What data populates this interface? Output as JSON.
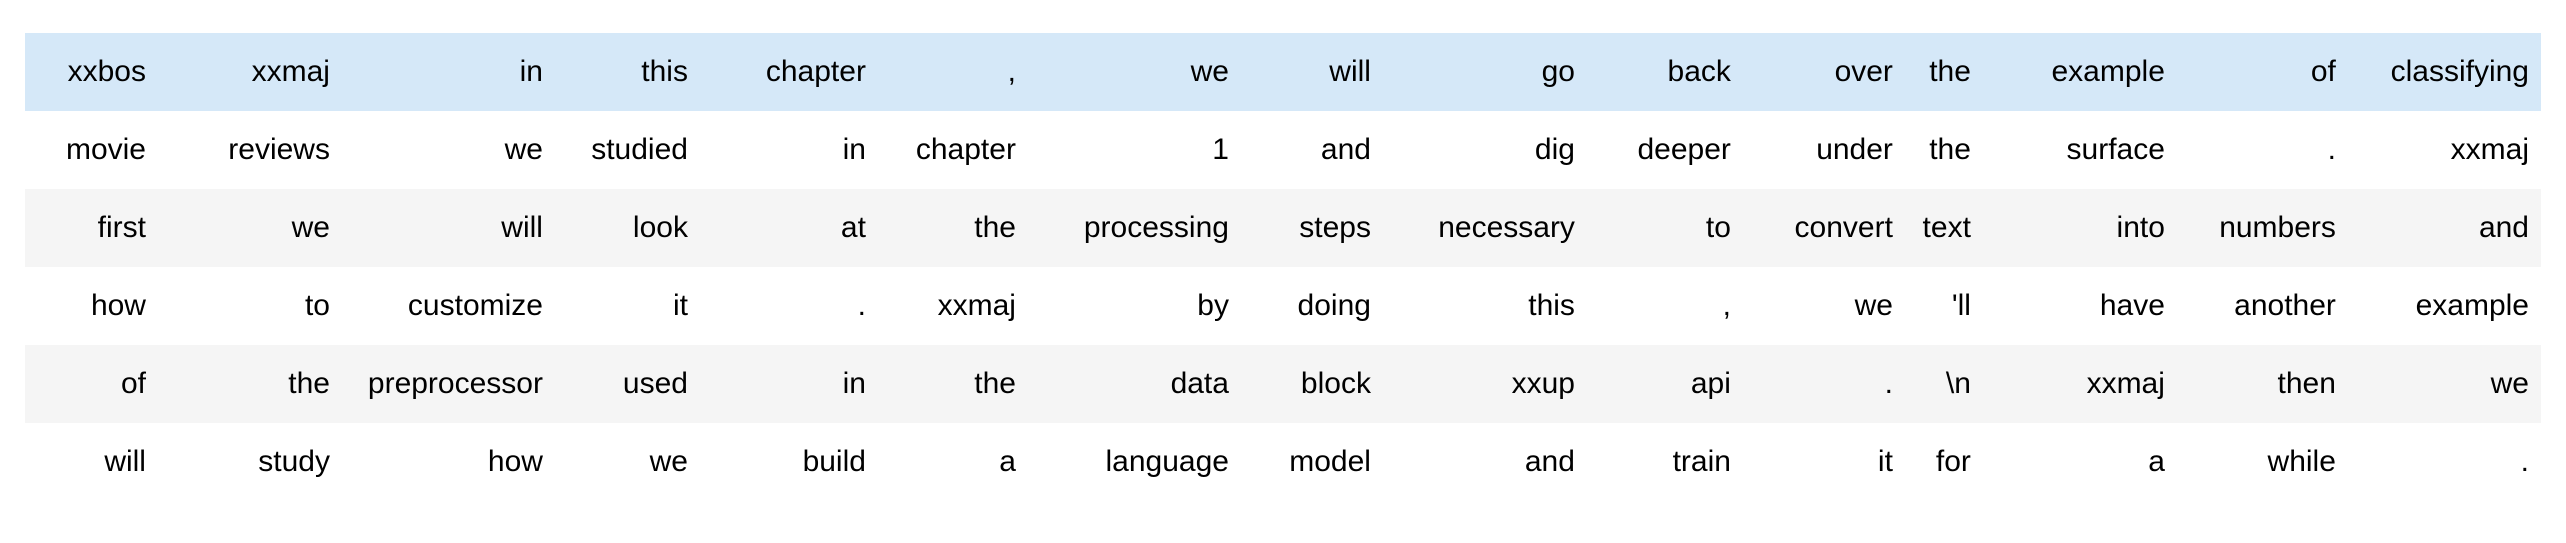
{
  "table": {
    "description": "tokenized-text-batch",
    "highlight_color": "#d5e8f8",
    "stripe_color": "#f5f5f5",
    "text_color": "#000000",
    "highlighted_row_index": 0,
    "rows": [
      [
        "xxbos",
        "xxmaj",
        "in",
        "this",
        "chapter",
        ",",
        "we",
        "will",
        "go",
        "back",
        "over",
        "the",
        "example",
        "of",
        "classifying"
      ],
      [
        "movie",
        "reviews",
        "we",
        "studied",
        "in",
        "chapter",
        "1",
        "and",
        "dig",
        "deeper",
        "under",
        "the",
        "surface",
        ".",
        "xxmaj"
      ],
      [
        "first",
        "we",
        "will",
        "look",
        "at",
        "the",
        "processing",
        "steps",
        "necessary",
        "to",
        "convert",
        "text",
        "into",
        "numbers",
        "and"
      ],
      [
        "how",
        "to",
        "customize",
        "it",
        ".",
        "xxmaj",
        "by",
        "doing",
        "this",
        ",",
        "we",
        "'ll",
        "have",
        "another",
        "example"
      ],
      [
        "of",
        "the",
        "preprocessor",
        "used",
        "in",
        "the",
        "data",
        "block",
        "xxup",
        "api",
        ".",
        "\\n",
        "xxmaj",
        "then",
        "we"
      ],
      [
        "will",
        "study",
        "how",
        "we",
        "build",
        "a",
        "language",
        "model",
        "and",
        "train",
        "it",
        "for",
        "a",
        "while",
        "."
      ]
    ]
  }
}
